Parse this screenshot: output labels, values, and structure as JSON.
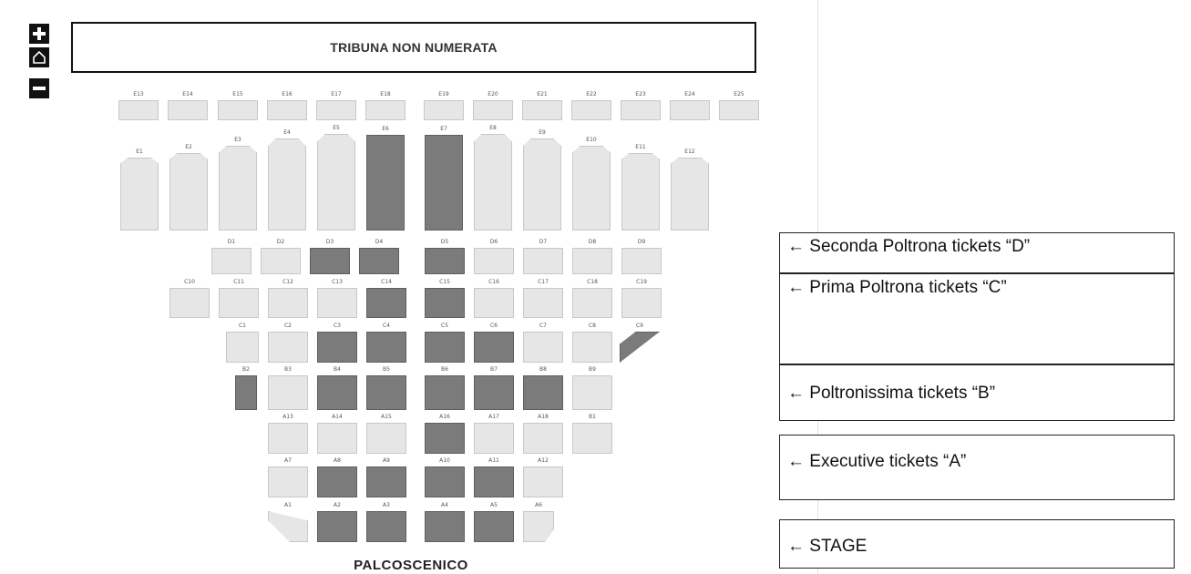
{
  "map": {
    "tribuna_label": "TRIBUNA NON NUMERATA",
    "stage_label": "PALCOSCENICO",
    "zoom_controls": [
      {
        "icon": "plus-icon"
      },
      {
        "icon": "home-icon"
      },
      {
        "icon": "minus-icon"
      }
    ],
    "rows": {
      "E_boxes": [
        "E13",
        "E14",
        "E15",
        "E16",
        "E17",
        "E18",
        "E19",
        "E20",
        "E21",
        "E22",
        "E23",
        "E24",
        "E25"
      ],
      "E_tall": [
        {
          "label": "E1",
          "sold": false
        },
        {
          "label": "E2",
          "sold": false
        },
        {
          "label": "E3",
          "sold": false
        },
        {
          "label": "E4",
          "sold": false
        },
        {
          "label": "E5",
          "sold": false
        },
        {
          "label": "E6",
          "sold": true
        },
        {
          "label": "E7",
          "sold": true
        },
        {
          "label": "E8",
          "sold": false
        },
        {
          "label": "E9",
          "sold": false
        },
        {
          "label": "E10",
          "sold": false
        },
        {
          "label": "E11",
          "sold": false
        },
        {
          "label": "E12",
          "sold": false
        }
      ],
      "D": [
        {
          "label": "D1",
          "sold": false
        },
        {
          "label": "D2",
          "sold": false
        },
        {
          "label": "D3",
          "sold": true
        },
        {
          "label": "D4",
          "sold": true
        },
        {
          "label": "D5",
          "sold": true
        },
        {
          "label": "D6",
          "sold": false
        },
        {
          "label": "D7",
          "sold": false
        },
        {
          "label": "D8",
          "sold": false
        },
        {
          "label": "D9",
          "sold": false
        }
      ],
      "C_top": [
        {
          "label": "C10",
          "sold": false
        },
        {
          "label": "C11",
          "sold": false
        },
        {
          "label": "C12",
          "sold": false
        },
        {
          "label": "C13",
          "sold": false
        },
        {
          "label": "C14",
          "sold": true
        },
        {
          "label": "C15",
          "sold": true
        },
        {
          "label": "C16",
          "sold": false
        },
        {
          "label": "C17",
          "sold": false
        },
        {
          "label": "C18",
          "sold": false
        },
        {
          "label": "C19",
          "sold": false
        }
      ],
      "C_bottom": [
        {
          "label": "C1",
          "sold": false
        },
        {
          "label": "C2",
          "sold": false
        },
        {
          "label": "C3",
          "sold": true
        },
        {
          "label": "C4",
          "sold": true
        },
        {
          "label": "C5",
          "sold": true
        },
        {
          "label": "C6",
          "sold": true
        },
        {
          "label": "C7",
          "sold": false
        },
        {
          "label": "C8",
          "sold": false
        },
        {
          "label": "C9",
          "sold": true
        }
      ],
      "B": [
        {
          "label": "B2",
          "sold": true
        },
        {
          "label": "B3",
          "sold": false
        },
        {
          "label": "B4",
          "sold": true
        },
        {
          "label": "B5",
          "sold": true
        },
        {
          "label": "B6",
          "sold": true
        },
        {
          "label": "B7",
          "sold": true
        },
        {
          "label": "B8",
          "sold": true
        },
        {
          "label": "B9",
          "sold": false
        }
      ],
      "A_top": [
        {
          "label": "A13",
          "sold": false
        },
        {
          "label": "A14",
          "sold": false
        },
        {
          "label": "A15",
          "sold": false
        },
        {
          "label": "A16",
          "sold": true
        },
        {
          "label": "A17",
          "sold": false
        },
        {
          "label": "A18",
          "sold": false
        },
        {
          "label": "B1",
          "sold": false
        }
      ],
      "A_mid": [
        {
          "label": "A7",
          "sold": false
        },
        {
          "label": "A8",
          "sold": true
        },
        {
          "label": "A9",
          "sold": true
        },
        {
          "label": "A10",
          "sold": true
        },
        {
          "label": "A11",
          "sold": true
        },
        {
          "label": "A12",
          "sold": false
        }
      ],
      "A_bottom": [
        {
          "label": "A1",
          "sold": false
        },
        {
          "label": "A2",
          "sold": true
        },
        {
          "label": "A3",
          "sold": true
        },
        {
          "label": "A4",
          "sold": true
        },
        {
          "label": "A5",
          "sold": true
        },
        {
          "label": "A6",
          "sold": false
        }
      ]
    }
  },
  "legend": {
    "seconda": "← Seconda Poltrona tickets “D”",
    "prima": "← Prima Poltrona tickets “C”",
    "poltronissima": "← Poltronissima tickets “B”",
    "executive": "← Executive tickets “A”",
    "stage": "← STAGE"
  }
}
